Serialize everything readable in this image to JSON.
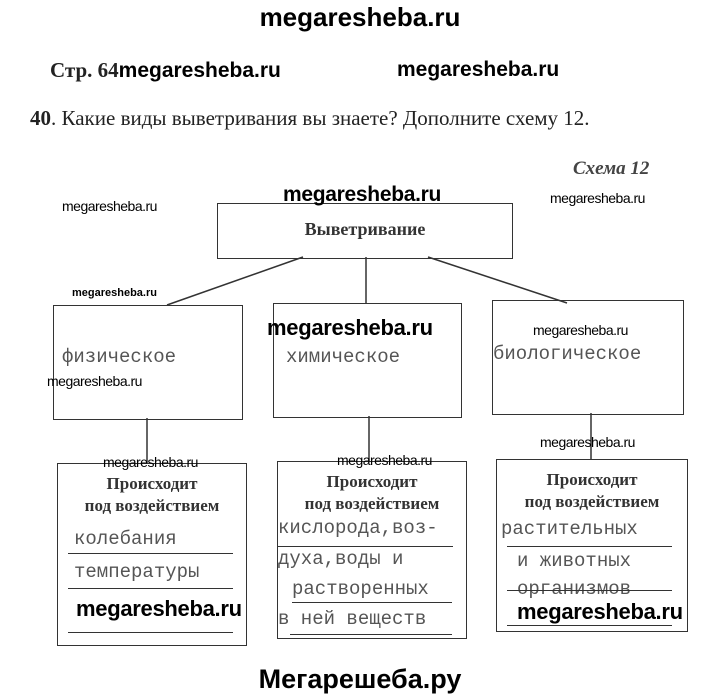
{
  "site_header": "megaresheba.ru",
  "page_ref": "Стр. 64",
  "watermark": "megaresheba.ru",
  "question": {
    "number": "40",
    "text": ". Какие виды выветривания вы знаете? Дополните схему 12."
  },
  "scheme_label": "Схема 12",
  "diagram": {
    "root": "Выветривание",
    "types": [
      "физическое",
      "химическое",
      "биологическое"
    ],
    "cause_heading": [
      "Происходит",
      "под воздействием"
    ],
    "causes": [
      [
        "колебания",
        "температуры"
      ],
      [
        "кислорода,воз-",
        "духа,воды и",
        "растворенных",
        "в ней веществ"
      ],
      [
        "растительных",
        "и животных",
        "организмов"
      ]
    ]
  },
  "footer": "Мегарешеба.ру"
}
